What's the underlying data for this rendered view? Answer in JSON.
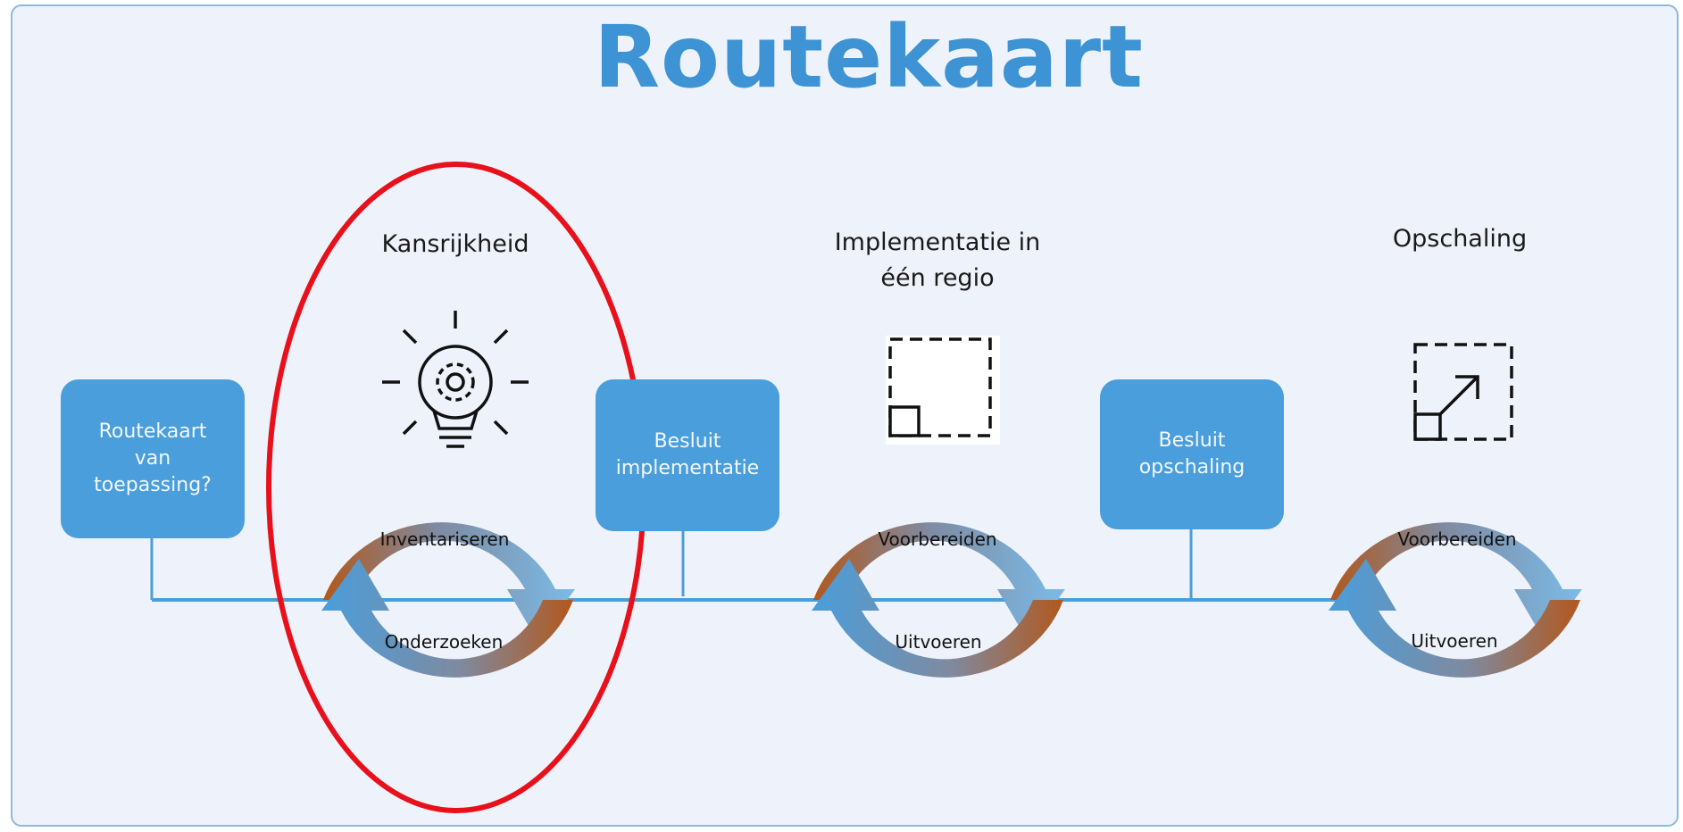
{
  "title": "Routekaart",
  "start_box": "Routekaart\nvan\ntoepassing?",
  "phases": [
    {
      "heading": "Kansrijkheid",
      "icon": "lightbulb-gear-icon",
      "cycle": [
        "Inventariseren",
        "Onderzoeken"
      ]
    },
    {
      "heading": "Implementatie in\néén regio",
      "icon": "small-square-in-dashed-frame-icon",
      "cycle": [
        "Voorbereiden",
        "Uitvoeren"
      ]
    },
    {
      "heading": "Opschaling",
      "icon": "expand-arrow-icon",
      "cycle": [
        "Voorbereiden",
        "Uitvoeren"
      ]
    }
  ],
  "decisions": [
    "Besluit\nimplementatie",
    "Besluit\nopschaling"
  ],
  "colors": {
    "title": "#3d93d3",
    "box": "#4a9edb",
    "line": "#4a9edb",
    "arrow_brown": "#b2581c",
    "arrow_blue": "#5aa9e0",
    "highlight": "#e8101a",
    "background": "#eef3fb"
  }
}
